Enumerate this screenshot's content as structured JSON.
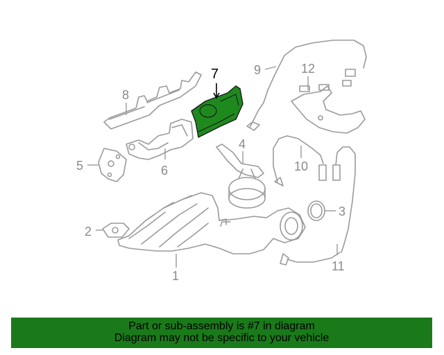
{
  "callouts": {
    "c1": "1",
    "c2": "2",
    "c3": "3",
    "c4": "4",
    "c5": "5",
    "c6": "6",
    "c7": "7",
    "c8": "8",
    "c9": "9",
    "c10": "10",
    "c11": "11",
    "c12": "12"
  },
  "highlighted_part": "7",
  "colors": {
    "highlight": "#1e8a1e",
    "banner": "#1a7a1a",
    "line_art": "#9a9a9a"
  },
  "banner": {
    "line1": "Part or sub-assembly is #7 in diagram",
    "line2": "Diagram may not be specific to your vehicle"
  }
}
